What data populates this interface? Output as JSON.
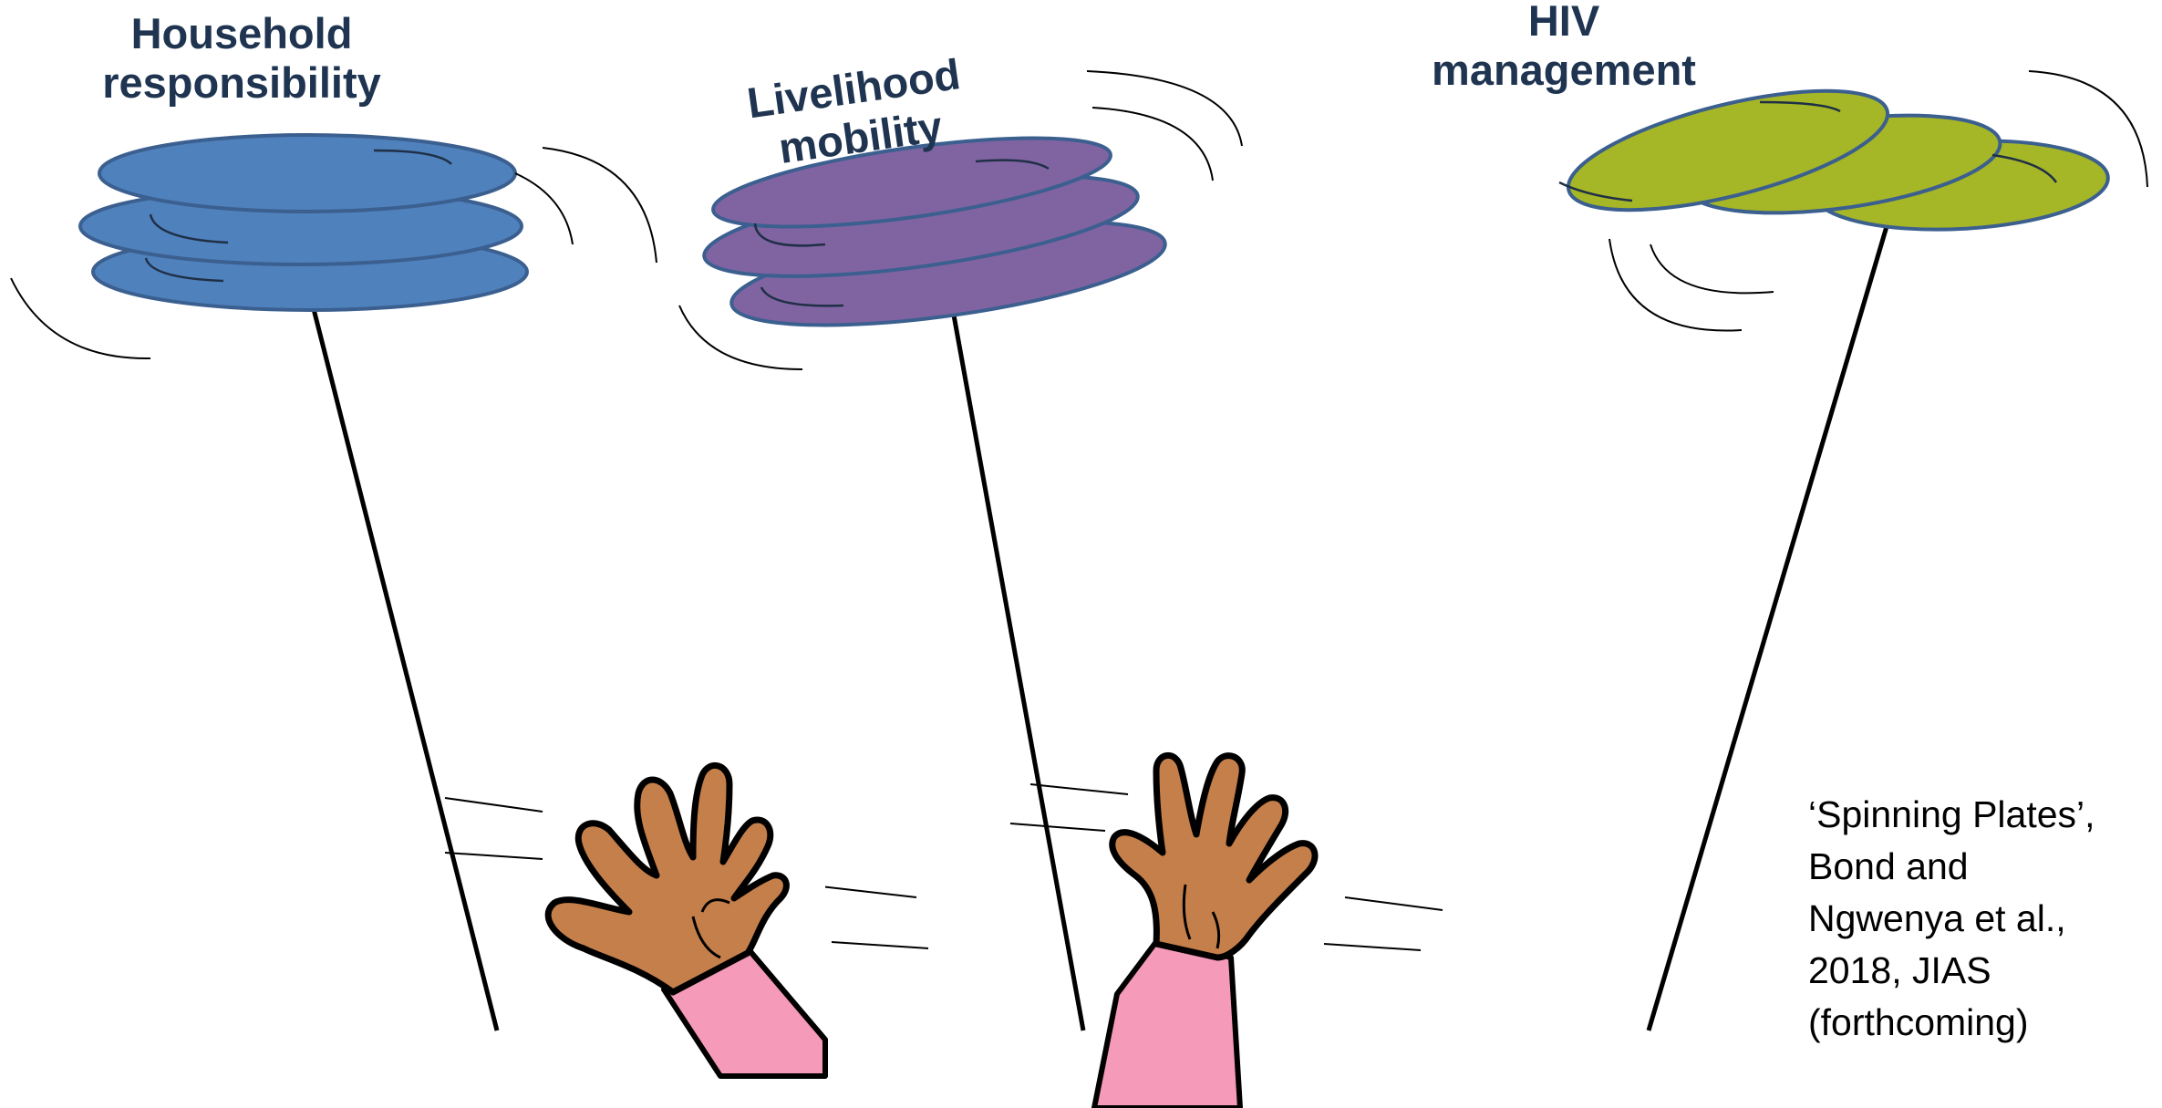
{
  "plates": [
    {
      "label_line1": "Household",
      "label_line2": "responsibility",
      "color": "#4f81bd"
    },
    {
      "label_line1": "Livelihood",
      "label_line2": "mobility",
      "color": "#8064a2"
    },
    {
      "label_line1": "HIV",
      "label_line2": "management",
      "color": "#a5b627"
    }
  ],
  "plate_outline_color": "#3b5f8f",
  "hand_color": "#c57f4a",
  "sleeve_color": "#f59ab8",
  "citation": {
    "line1": "‘Spinning Plates’,",
    "line2": "Bond and",
    "line3": "Ngwenya et al.,",
    "line4": "2018, JIAS",
    "line5": "(forthcoming)"
  },
  "icons": [
    "spinning-plates-icon",
    "juggling-hand-icon"
  ]
}
